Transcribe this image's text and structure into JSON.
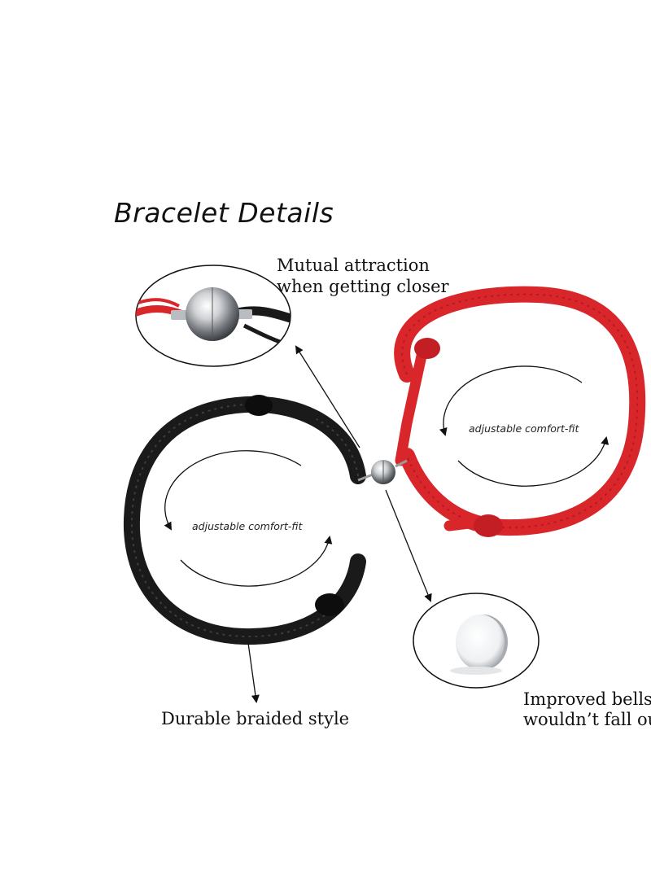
{
  "title": "Bracelet Details",
  "callouts": {
    "mutual": {
      "line1": "Mutual attraction",
      "line2": "when getting closer"
    },
    "durable": "Durable braided style",
    "improved": {
      "line1": "Improved bells,",
      "line2": "wouldn’t fall ou"
    }
  },
  "bracelets": {
    "black": {
      "label": "adjustable comfort-fit",
      "color": "#1a1a1a"
    },
    "red": {
      "label": "adjustable comfort-fit",
      "color": "#d9262b"
    }
  },
  "icons": {
    "magnet_clasp": "magnet-clasp-icon",
    "steel_disc": "steel-disc-icon"
  }
}
